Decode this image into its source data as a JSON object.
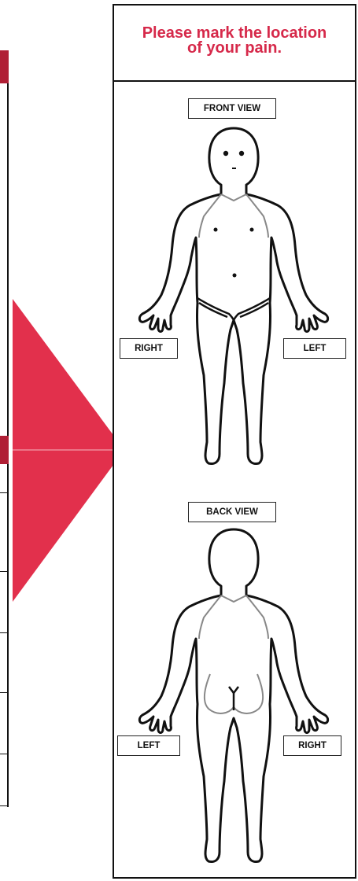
{
  "panel": {
    "title": "Please mark the location of your pain."
  },
  "front": {
    "title": "FRONT VIEW",
    "left_side_label": "RIGHT",
    "right_side_label": "LEFT"
  },
  "back": {
    "title": "BACK VIEW",
    "left_side_label": "LEFT",
    "right_side_label": "RIGHT"
  },
  "colors": {
    "accent": "#d6294a",
    "arrow": "#e2304c",
    "left_bar": "#b01f35",
    "ink": "#111111"
  },
  "icons": {
    "arrow": "right-pointing-triangle-icon",
    "front_figure": "body-front-outline-icon",
    "back_figure": "body-back-outline-icon"
  }
}
